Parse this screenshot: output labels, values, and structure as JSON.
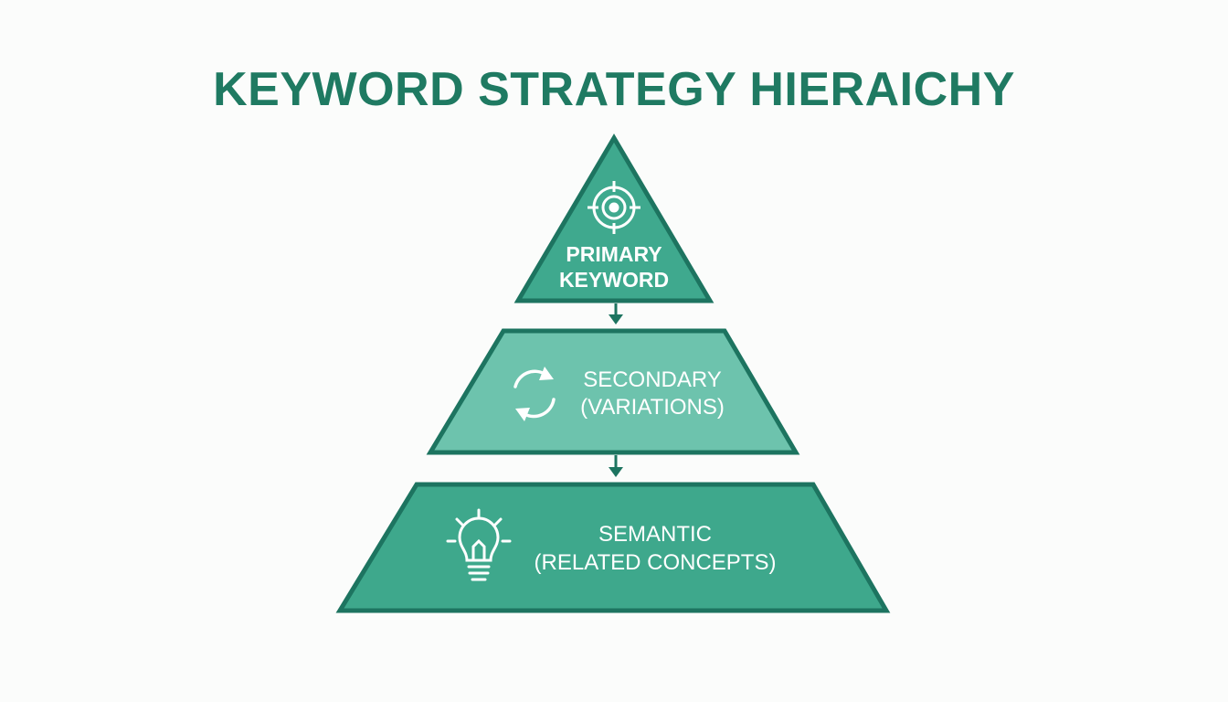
{
  "title": "KEYWORD STRATEGY HIERAICHY",
  "tiers": [
    {
      "line1": "PRIMARY",
      "line2": "KEYWORD",
      "icon": "target-icon"
    },
    {
      "line1": "SECONDARY",
      "line2": "(VARIATIONS)",
      "icon": "cycle-arrows-icon"
    },
    {
      "line1": "SEMANTIC",
      "line2": "(RELATED CONCEPTS)",
      "icon": "lightbulb-icon"
    }
  ],
  "colors": {
    "title": "#1f7a62",
    "stroke": "#1d7460",
    "tier1_fill": "#3fa98e",
    "tier2_fill": "#6dc3ad",
    "tier3_fill": "#3ea88c",
    "background": "#fbfcfb"
  }
}
